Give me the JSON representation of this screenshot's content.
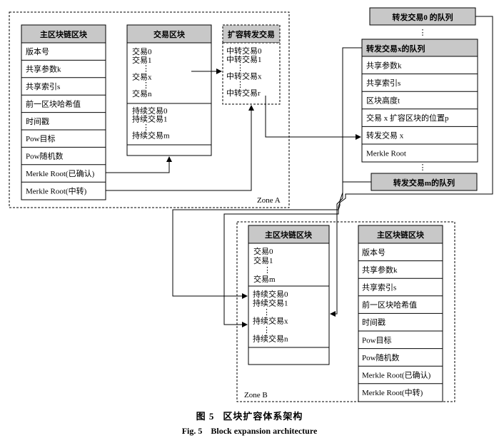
{
  "zone_a": {
    "label": "Zone A",
    "main_block": {
      "header": "主区块链区块",
      "rows": [
        "版本号",
        "共享参数k",
        "共享索引s",
        "前一区块哈希值",
        "时间戳",
        "Pow目标",
        "Pow随机数",
        "Merkle Root(已确认)",
        "Merkle Root(中转)"
      ]
    },
    "tx_block": {
      "header": "交易区块",
      "upper": [
        "交易0",
        "交易1",
        "⋮",
        "交易x",
        "⋮",
        "交易n"
      ],
      "lower": [
        "持续交易0",
        "持续交易1",
        "⋮",
        "持续交易m"
      ]
    },
    "relay_block": {
      "header": "扩容转发交易",
      "items": [
        "中转交易0",
        "中转交易1",
        "⋮",
        "中转交易x",
        "⋮",
        "中转交易r"
      ]
    }
  },
  "queues": {
    "queue0": "转发交易0 的队列",
    "queue_dots_top": "⋮",
    "queue_x": {
      "header": "转发交易x的队列",
      "rows": [
        "共享参数k",
        "共享索引s",
        "区块高度t",
        "交易 x 扩容区块的位置p",
        "转发交易 x",
        "Merkle Root"
      ]
    },
    "queue_dots_bottom": "⋮",
    "queue_m": "转发交易m的队列"
  },
  "zone_b": {
    "label": "Zone B",
    "left_block": {
      "header": "主区块链区块",
      "upper": [
        "交易0",
        "交易1",
        "⋮",
        "交易m"
      ],
      "lower": [
        "持续交易0",
        "持续交易1",
        "⋮",
        "持续交易x",
        "⋮",
        "持续交易n"
      ]
    },
    "right_block": {
      "header": "主区块链区块",
      "rows": [
        "版本号",
        "共享参数k",
        "共享索引s",
        "前一区块哈希值",
        "时间戳",
        "Pow目标",
        "Pow随机数",
        "Merkle Root(已确认)",
        "Merkle Root(中转)"
      ]
    }
  },
  "caption": {
    "cn_num": "图 5",
    "cn_title": "区块扩容体系架构",
    "en_num": "Fig. 5",
    "en_title": "Block expansion architecture"
  },
  "colors": {
    "header_fill": "#c8c8c8",
    "line": "#000000",
    "background": "#ffffff"
  }
}
